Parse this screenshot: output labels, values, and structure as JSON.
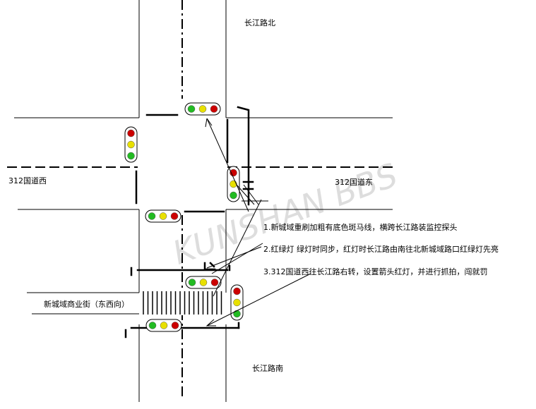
{
  "labels": {
    "north": "长江路北",
    "south": "长江路南",
    "west": "312国道西",
    "east": "312国道东",
    "side_street": "新城域商业街（东西向）"
  },
  "notes": [
    "1.新城域重刷加粗有底色斑马线，横跨长江路装监控探头",
    "2.红绿灯 绿灯时同步，红灯时长江路由南往北新城域路口红绿灯先亮",
    "3.312国道西往长江路右转，设置箭头红灯，并进行抓拍，闯就罚"
  ],
  "watermark": "KUNSHAN BBS",
  "colors": {
    "red": "#cc0000",
    "yellow": "#e8e000",
    "green": "#22bb22",
    "line": "#000000"
  }
}
